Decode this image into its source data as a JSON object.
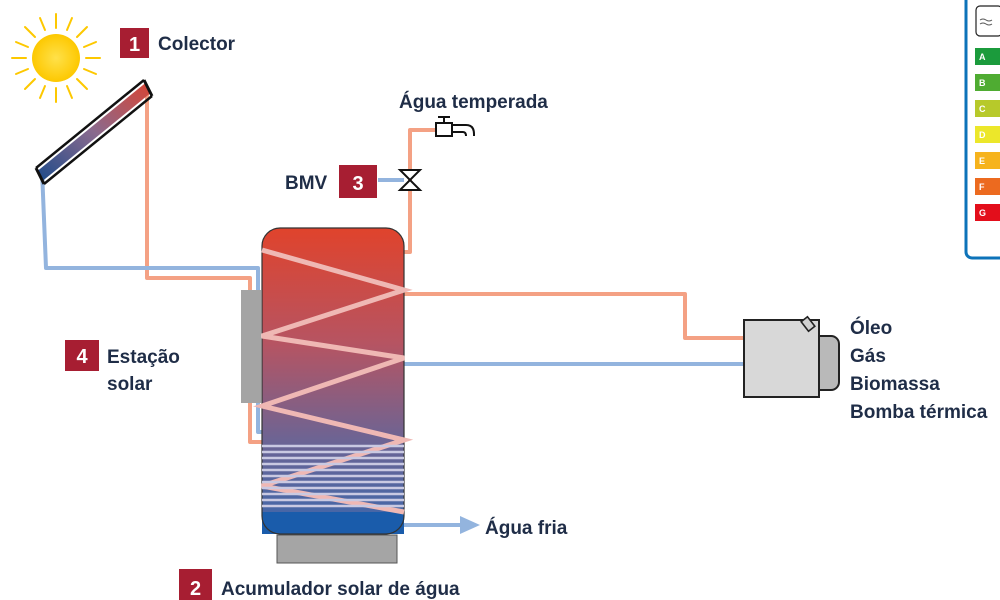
{
  "collector": {
    "number": "1",
    "label": "Colector"
  },
  "tank": {
    "number": "2",
    "label": "Acumulador solar de água"
  },
  "bmv": {
    "number": "3",
    "label": "BMV"
  },
  "station": {
    "number": "4",
    "line1": "Estação",
    "line2": "solar"
  },
  "tempered_water": "Água temperada",
  "cold_water": "Água fria",
  "boiler_fuels": [
    "Óleo",
    "Gás",
    "Biomassa",
    "Bomba térmica"
  ],
  "energy_label": {
    "classes": [
      "A",
      "B",
      "C",
      "D",
      "E",
      "F",
      "G"
    ]
  },
  "colors": {
    "badge": "#a71e32",
    "label_text": "#1f2d47",
    "hot_pipe": "#f4a184",
    "cold_pipe": "#93b4de",
    "tank_top": "#e0432c",
    "tank_bottom": "#1a5cab",
    "sun": "#fdc800",
    "energy_border": "#0d73b9"
  }
}
